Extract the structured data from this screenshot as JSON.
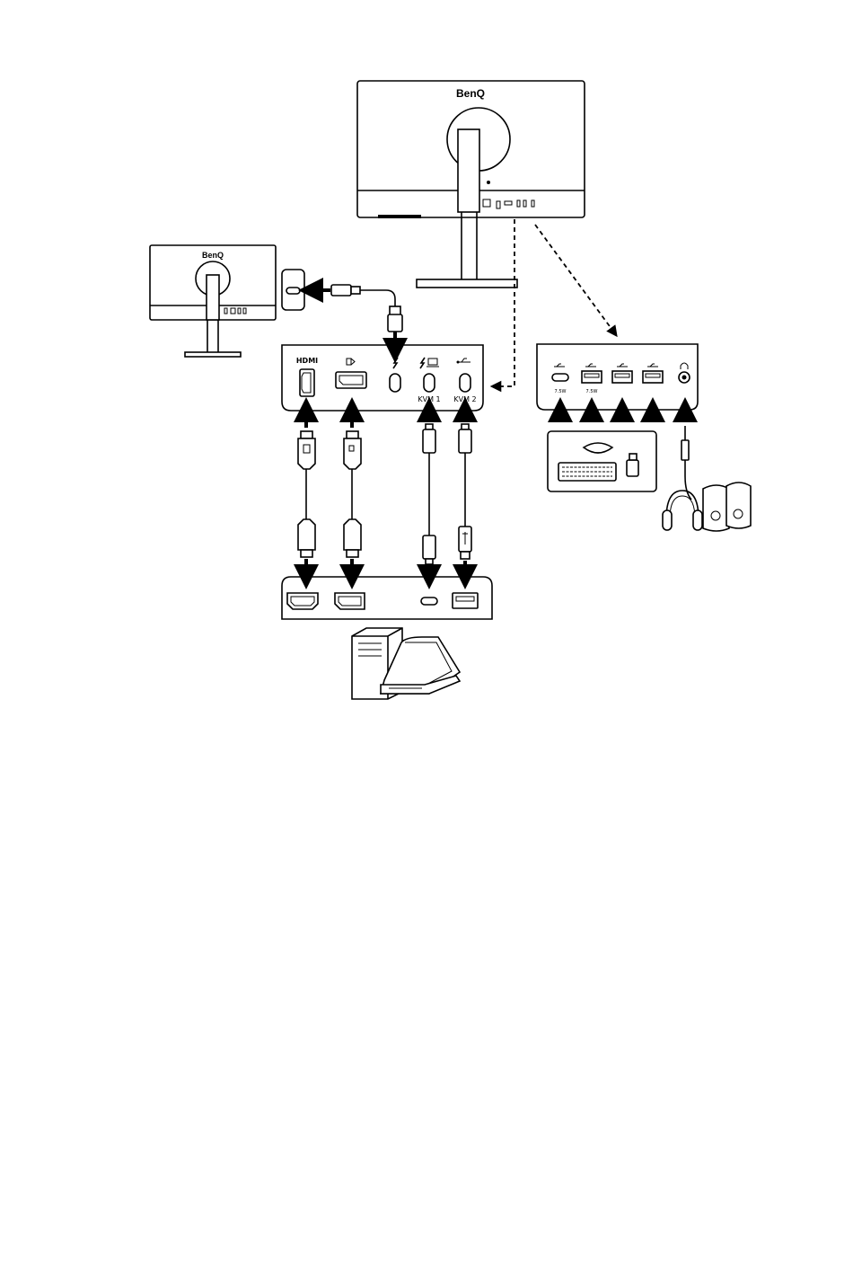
{
  "main_monitor": {
    "brand": "BenQ"
  },
  "secondary_monitor": {
    "brand": "BenQ"
  },
  "monitor_ports": {
    "hdmi_label": "HDMI",
    "kvm1_label": "KVM 1",
    "kvm2_label": "KVM 2"
  },
  "usb_hub": {
    "usbc_power": "7.5W",
    "usba_power": "7.5W"
  },
  "icons": {
    "displayport": "displayport-icon",
    "thunderbolt": "thunderbolt-icon",
    "laptop": "laptop-icon",
    "usb": "usb-icon",
    "headphone": "headphone-icon"
  }
}
